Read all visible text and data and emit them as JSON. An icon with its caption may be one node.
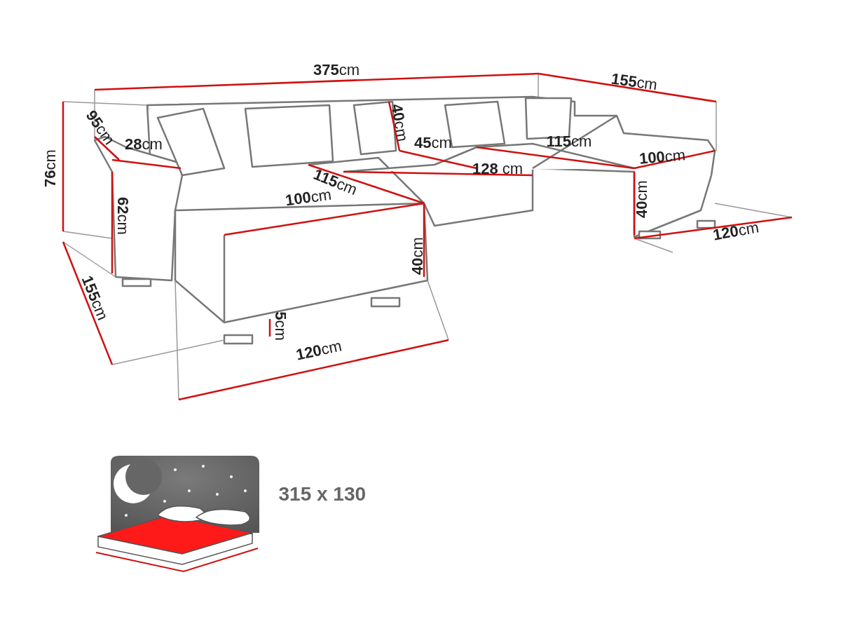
{
  "diagram": {
    "labels": [
      "**375**cm",
      "**155**cm",
      "**95**cm",
      "**40**cm",
      "**76**cm",
      "**28**cm",
      "**45**cm",
      "**115**cm",
      "**100**cm",
      "**128** cm",
      "**115**cm",
      "**62**cm",
      "**100**cm",
      "**40**cm",
      "**120**cm",
      "**40**cm",
      "**155**cm",
      "**5**cm",
      "**120**cm",
      "315 x 130"
    ]
  }
}
